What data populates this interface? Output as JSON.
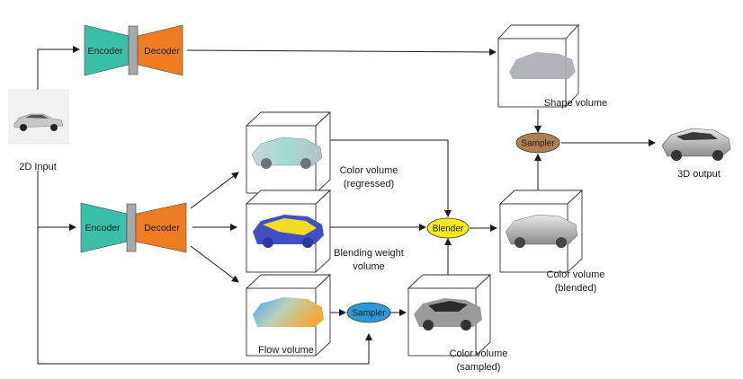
{
  "input": {
    "label": "2D Input"
  },
  "encoder_label": "Encoder",
  "decoder_label": "Decoder",
  "colors": {
    "encoder": "#3bbfa8",
    "decoder": "#ee7d22",
    "bottleneck": "#a8a8a8",
    "sampler_top": "#b07f52",
    "sampler_flow": "#2a9bd8",
    "blender": "#f5ea1a",
    "arrow": "#1a1a1a"
  },
  "volumes": {
    "shape": "Shape volume",
    "color_regressed": [
      "Color volume",
      "(regressed)"
    ],
    "blending_weight": [
      "Blending weight",
      "volume"
    ],
    "flow": "Flow volume",
    "color_sampled": [
      "Color volume",
      "(sampled)"
    ],
    "color_blended": [
      "Color volume",
      "(blended)"
    ]
  },
  "nodes": {
    "sampler_top": "Sampler",
    "sampler_flow": "Sampler",
    "blender": "Blender"
  },
  "output": {
    "label": "3D output"
  }
}
